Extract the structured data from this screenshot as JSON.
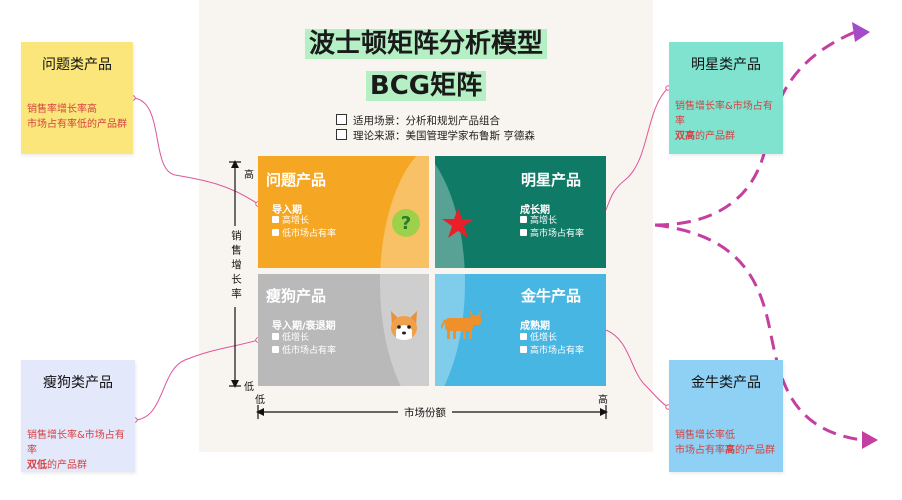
{
  "title": {
    "line1": "波士顿矩阵分析模型",
    "line2": "BCG矩阵"
  },
  "info": [
    "适用场景：分析和规划产品组合",
    "理论来源：美国管理学家布鲁斯 亨德森"
  ],
  "axes": {
    "y_label": "销售增长率",
    "y_high": "高",
    "y_low": "低",
    "x_label": "市场份额",
    "x_low": "低",
    "x_high": "高"
  },
  "quadrants": {
    "question": {
      "title": "问题产品",
      "stage": "导入期",
      "items": [
        "高增长",
        "低市场占有率"
      ],
      "color": "#f5a623",
      "icon": "question-icon"
    },
    "star": {
      "title": "明星产品",
      "stage": "成长期",
      "items": [
        "高增长",
        "高市场占有率"
      ],
      "color": "#0f7a66",
      "icon": "star-icon"
    },
    "dog": {
      "title": "瘦狗产品",
      "stage": "导入期/衰退期",
      "items": [
        "低增长",
        "低市场占有率"
      ],
      "color": "#b9b9b9",
      "icon": "dog-icon"
    },
    "cow": {
      "title": "金牛产品",
      "stage": "成熟期",
      "items": [
        "低增长",
        "高市场占有率"
      ],
      "color": "#48b6e3",
      "icon": "cow-icon"
    }
  },
  "notes": {
    "question": {
      "title": "问题类产品",
      "desc_1": "销售率增长率高",
      "desc_2": "市场占有率低的产品群",
      "color": "#fae67a"
    },
    "star": {
      "title": "明星类产品",
      "desc_1": "销售增长率&市场占有率",
      "desc_2_bold": "双高",
      "desc_2": "的产品群",
      "color": "#7fe3cf"
    },
    "dog": {
      "title": "瘦狗类产品",
      "desc_1": "销售增长率&市场占有率",
      "desc_2_bold": "双低",
      "desc_2": "的产品群",
      "color": "#e4e8fb"
    },
    "cow": {
      "title": "金牛类产品",
      "desc_1": "销售增长率低",
      "desc_2_pre": "市场占有率",
      "desc_2_bold": "高",
      "desc_2": "的产品群",
      "color": "#8fd0f5"
    }
  },
  "colors": {
    "connector": "#e0559a",
    "arrow": "#c53fa0"
  }
}
